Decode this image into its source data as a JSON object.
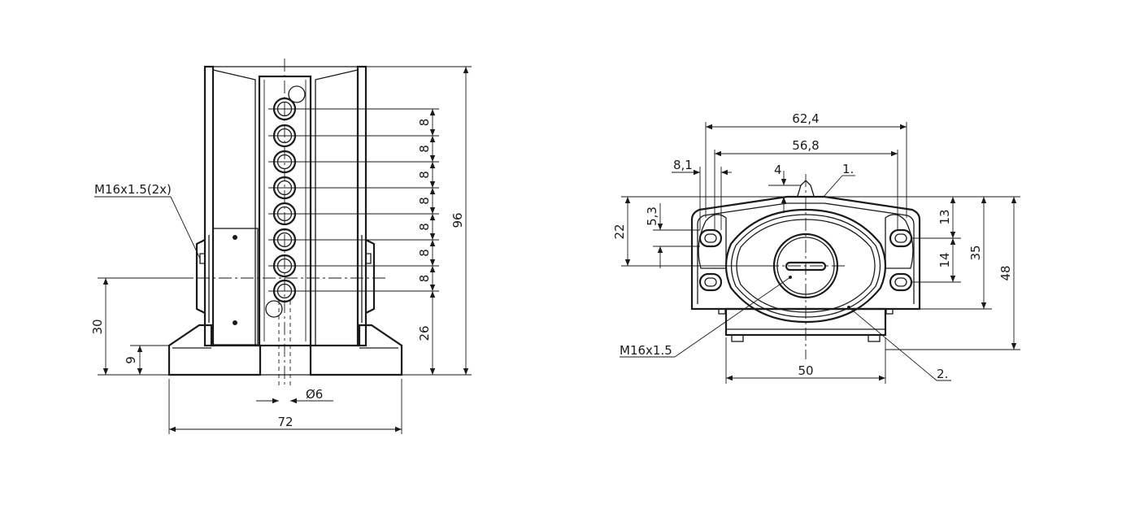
{
  "front_view": {
    "thread_label": "M16x1.5(2x)",
    "pitch_labels": [
      "8",
      "8",
      "8",
      "8",
      "8",
      "8",
      "8"
    ],
    "dim_height_total": "96",
    "dim_axis_height": "30",
    "dim_base_height": "9",
    "dim_first_hole_height": "26",
    "dim_hole_diameter": "Ø6",
    "dim_base_width": "72"
  },
  "side_view": {
    "dim_mount_outer": "62,4",
    "dim_mount_inner": "56,8",
    "dim_slot_width": "8,1",
    "dim_boss": "4",
    "dim_slot_pitch_left": "5,3",
    "dim_body_height_left": "22",
    "dim_slot_top": "13",
    "dim_slot_spacing": "14",
    "dim_mid_height": "35",
    "dim_overall_height": "48",
    "dim_base_width": "50",
    "thread_label": "M16x1.5",
    "callout_1": "1.",
    "callout_2": "2."
  }
}
